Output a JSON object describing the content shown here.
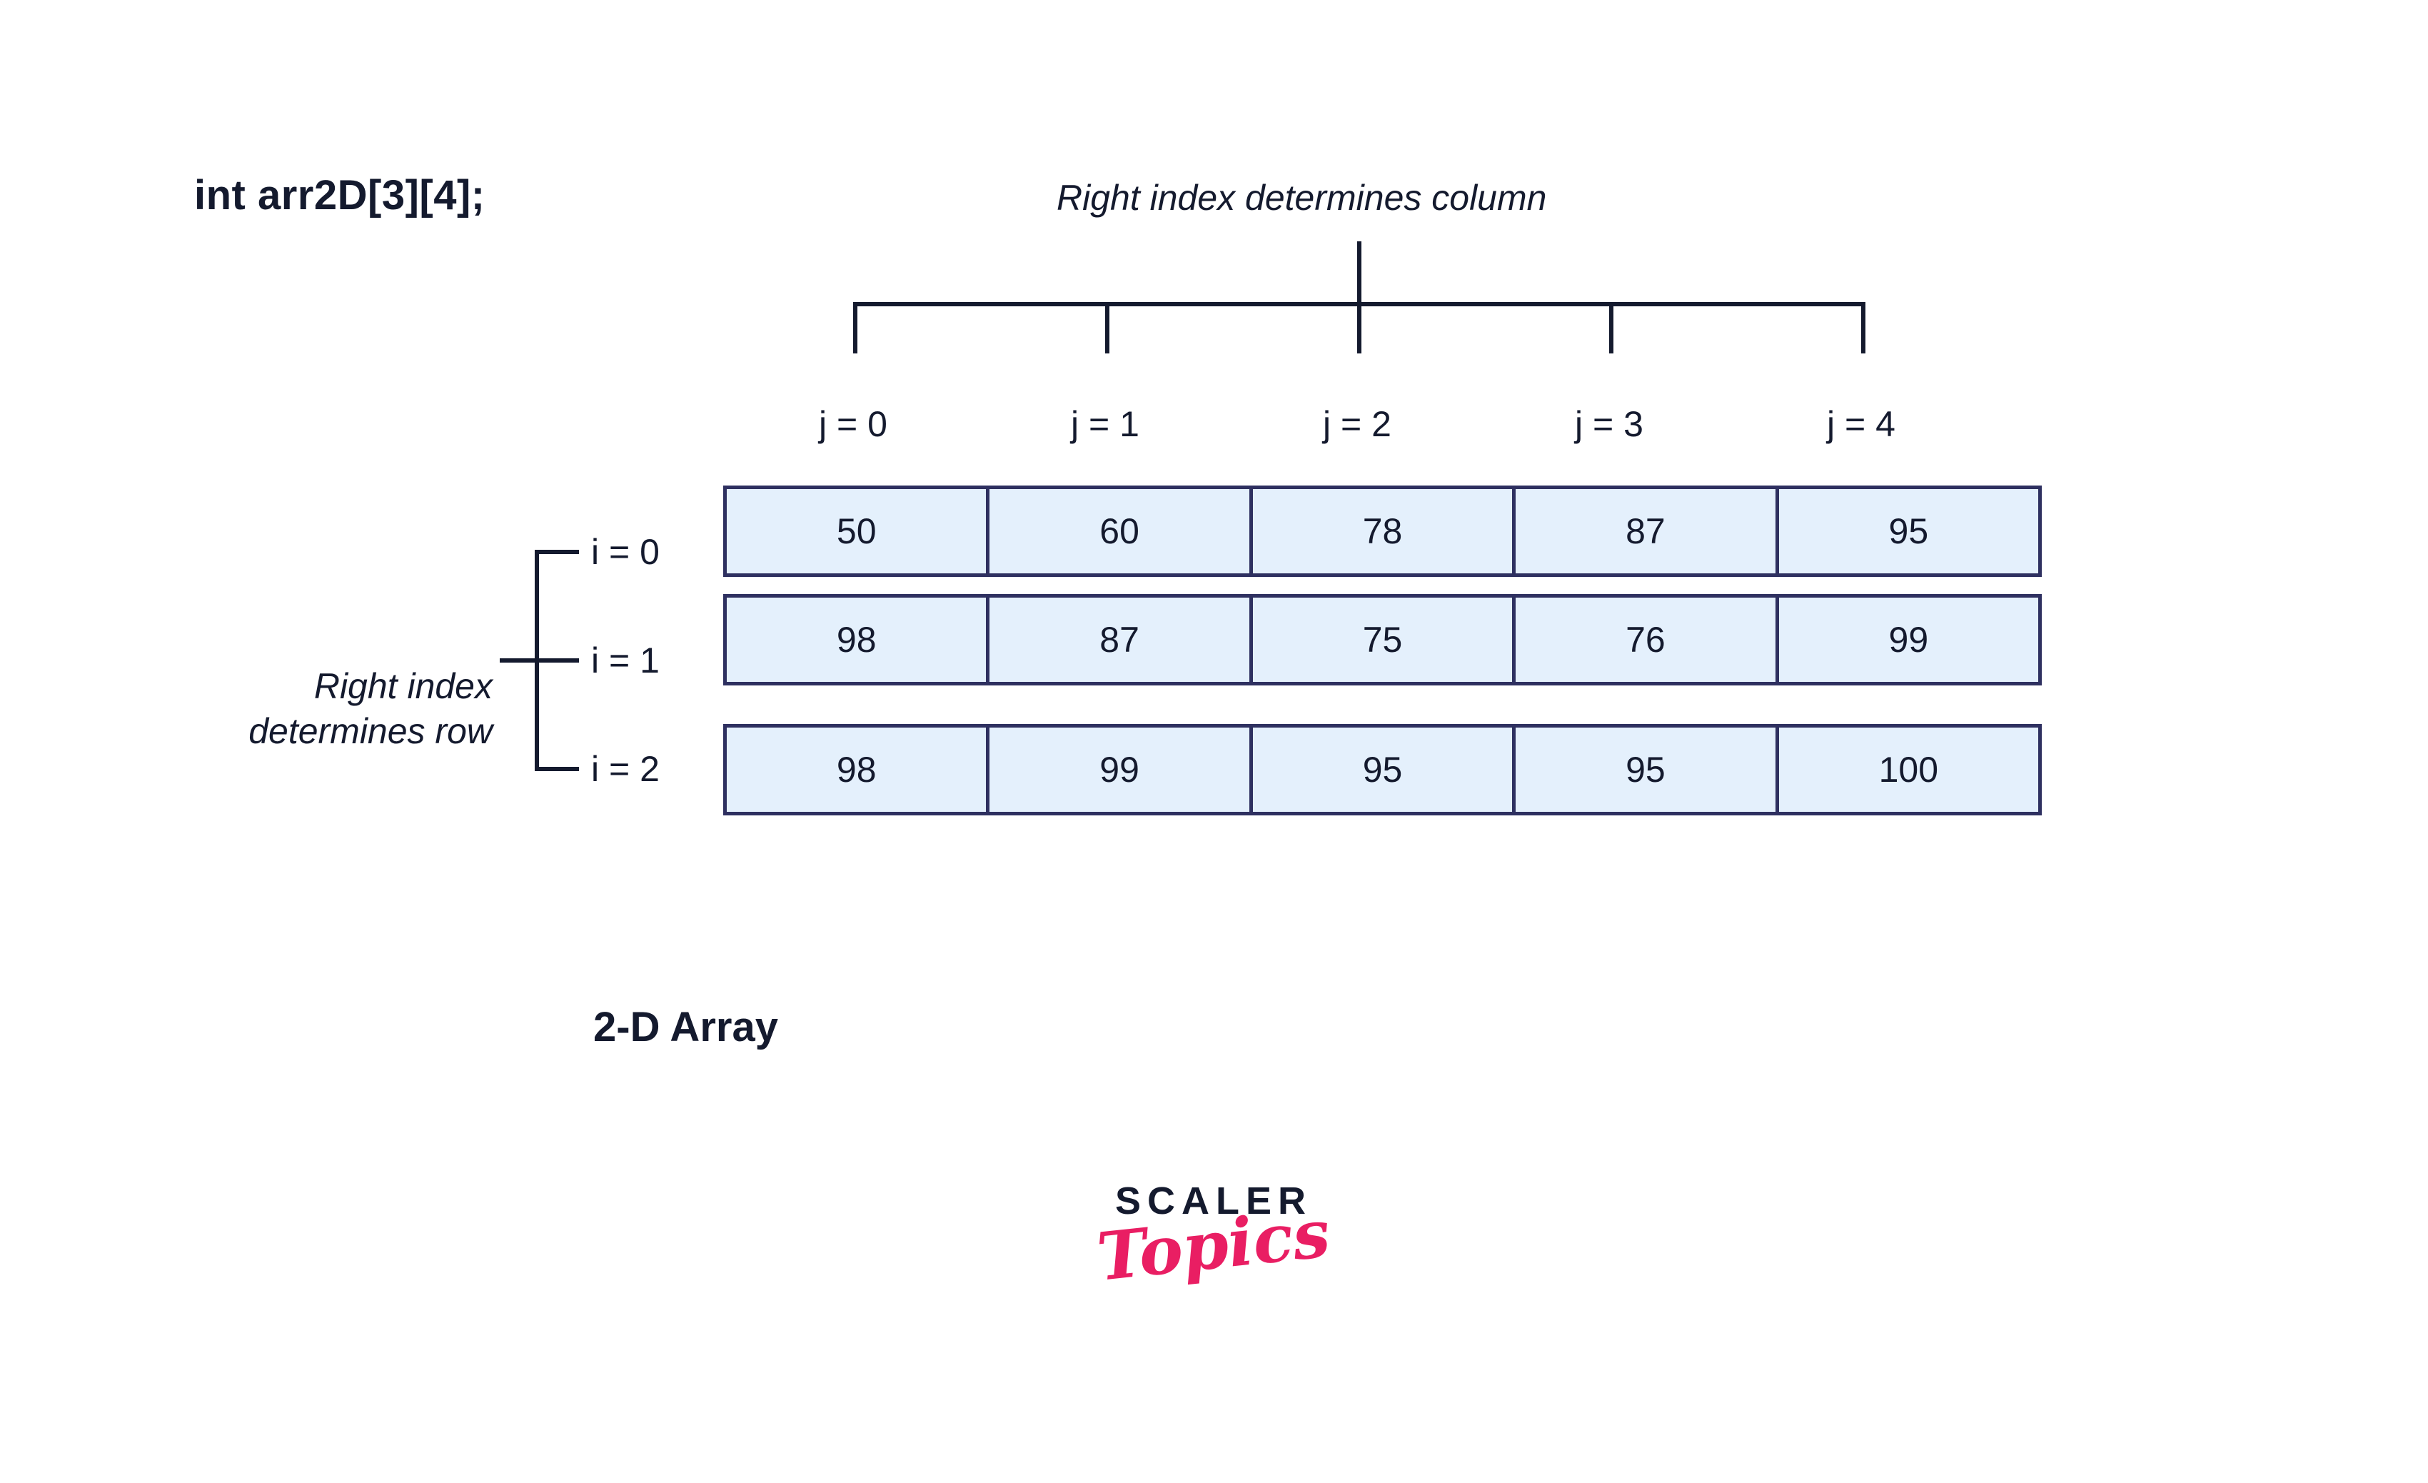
{
  "declaration": "int arr2D[3][4];",
  "top_caption": "Right index determines column",
  "left_caption_line1": "Right index",
  "left_caption_line2": "determines row",
  "bottom_caption": "2-D Array",
  "column_labels": [
    "j = 0",
    "j = 1",
    "j = 2",
    "j = 3",
    "j = 4"
  ],
  "row_labels": [
    "i = 0",
    "i = 1",
    "i = 2"
  ],
  "array": {
    "rows": [
      {
        "label": "i = 0",
        "cells": [
          "50",
          "60",
          "78",
          "87",
          "95"
        ]
      },
      {
        "label": "i = 1",
        "cells": [
          "98",
          "87",
          "75",
          "76",
          "99"
        ]
      },
      {
        "label": "i = 2",
        "cells": [
          "98",
          "99",
          "95",
          "95",
          "100"
        ]
      }
    ]
  },
  "logo": {
    "primary": "SCALER",
    "secondary": "Topics"
  },
  "colors": {
    "ink": "#141a2e",
    "cell_fill": "#e4f0fc",
    "cell_border": "#2e3060",
    "accent_pink": "#e91e63",
    "background": "#ffffff"
  }
}
